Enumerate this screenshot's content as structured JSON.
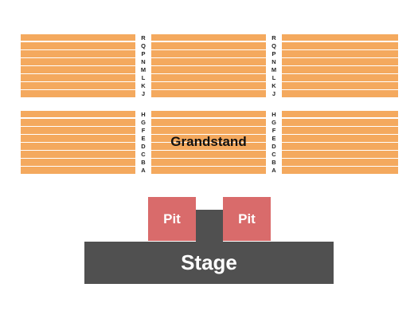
{
  "map": {
    "grandstand_label": "Grandstand",
    "pit_left_label": "Pit",
    "pit_right_label": "Pit",
    "stage_label": "Stage",
    "upper_rows": [
      "R",
      "Q",
      "P",
      "N",
      "M",
      "L",
      "K",
      "J"
    ],
    "lower_rows": [
      "H",
      "G",
      "F",
      "E",
      "D",
      "C",
      "B",
      "A"
    ],
    "colors": {
      "seating": "#f4a95e",
      "pit": "#d96b6b",
      "stage": "#505050",
      "background": "#ffffff"
    }
  }
}
